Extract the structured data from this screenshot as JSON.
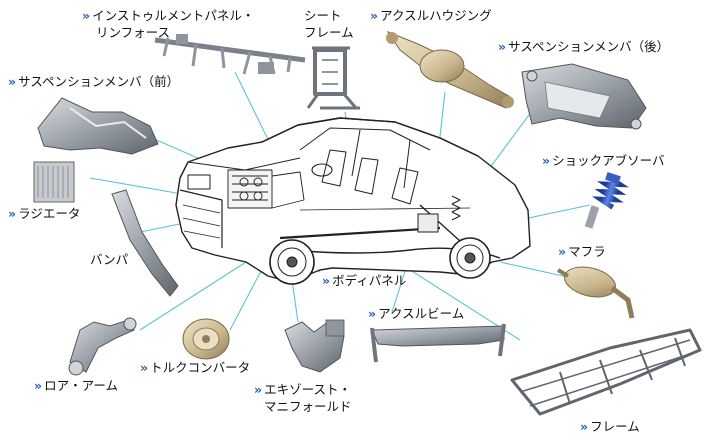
{
  "labels": {
    "instrument_panel": {
      "marker": "»",
      "line1": "インストゥルメントパネル・",
      "line2": "リンフォース"
    },
    "seat_frame": {
      "line1": "シート",
      "line2": "フレーム"
    },
    "axle_housing": {
      "marker": "»",
      "text": "アクスルハウジング"
    },
    "rear_suspension_member": {
      "marker": "»",
      "text": "サスペンションメンバ（後）"
    },
    "front_suspension_member": {
      "marker": "»",
      "text": "サスペンションメンバ（前）"
    },
    "shock_absorber": {
      "marker": "»",
      "text": "ショックアブソーバ"
    },
    "radiator": {
      "marker": "»",
      "text": "ラジエータ"
    },
    "muffler": {
      "marker": "»",
      "text": "マフラ"
    },
    "bumper": {
      "text": "バンパ"
    },
    "body_panel": {
      "marker": "»",
      "text": "ボディパネル"
    },
    "axle_beam": {
      "marker": "»",
      "text": "アクスルビーム"
    },
    "lower_arm": {
      "marker": "»",
      "text": "ロア・アーム"
    },
    "torque_converter": {
      "marker": "»",
      "text": "トルクコンバータ"
    },
    "exhaust_manifold": {
      "marker": "»",
      "line1": "エキゾースト・",
      "line2": "マニフォールド"
    },
    "frame": {
      "marker": "»",
      "text": "フレーム"
    }
  },
  "colors": {
    "marker": "#1f5fb5",
    "leader_line": "#5cc3d2",
    "part_metal": "#9aa1a8",
    "car_outline": "#222222"
  }
}
